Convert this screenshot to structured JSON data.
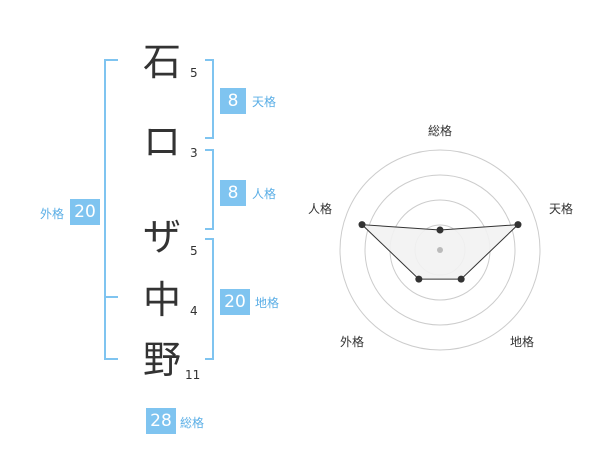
{
  "colors": {
    "badge": "#7fc4f0",
    "bracket": "#7fc4f0",
    "label": "#5aaee6",
    "ring": "#cccccc",
    "polygon_fill": "#f2f2f2"
  },
  "name": {
    "characters": [
      {
        "char": "石",
        "strokes": "5"
      },
      {
        "char": "ロ",
        "strokes": "3"
      },
      {
        "char": "ザ",
        "strokes": "5"
      },
      {
        "char": "中",
        "strokes": "4"
      },
      {
        "char": "野",
        "strokes": "11"
      }
    ]
  },
  "scores": {
    "tenkaku": {
      "value": "8",
      "label": "天格"
    },
    "jinkaku": {
      "value": "8",
      "label": "人格"
    },
    "chikaku": {
      "value": "20",
      "label": "地格"
    },
    "gaikaku": {
      "value": "20",
      "label": "外格"
    },
    "soukaku": {
      "value": "28",
      "label": "総格"
    }
  },
  "chart_data": {
    "type": "radar",
    "axes": [
      "総格",
      "天格",
      "地格",
      "外格",
      "人格"
    ],
    "values": [
      0.2,
      0.82,
      0.36,
      0.36,
      0.82
    ],
    "rings": 4,
    "center_marker": true
  }
}
